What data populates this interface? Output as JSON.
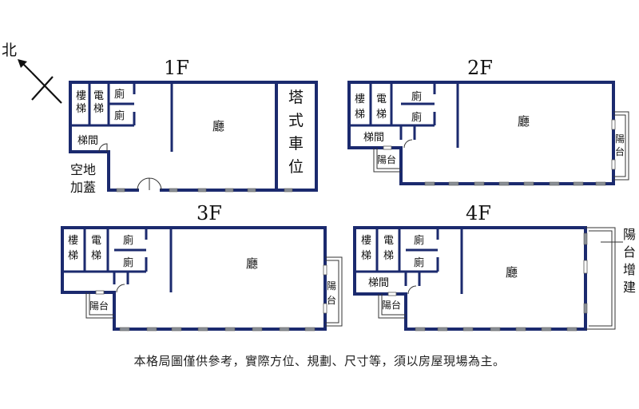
{
  "compass": {
    "label": "北"
  },
  "floors": {
    "f1": {
      "title": "1F",
      "stair": "樓\n梯",
      "elevator": "電\n梯",
      "toilet_a": "廁",
      "toilet_b": "廁",
      "stairwell": "梯間",
      "hall": "廳",
      "parking": "塔\n式\n車\n位",
      "annex": "空地\n加蓋"
    },
    "f2": {
      "title": "2F",
      "stair": "樓\n梯",
      "elevator": "電\n梯",
      "toilet_a": "廁",
      "toilet_b": "廁",
      "stairwell": "梯間",
      "hall": "廳",
      "balcony_a": "陽台",
      "balcony_b": "陽\n台"
    },
    "f3": {
      "title": "3F",
      "stair": "樓\n梯",
      "elevator": "電\n梯",
      "toilet_a": "廁",
      "toilet_b": "廁",
      "hall": "廳",
      "balcony_a": "陽台",
      "balcony_b": "陽\n台"
    },
    "f4": {
      "title": "4F",
      "stair": "樓\n梯",
      "elevator": "電\n梯",
      "toilet_a": "廁",
      "toilet_b": "廁",
      "stairwell": "梯間",
      "hall": "廳",
      "balcony_a": "陽台",
      "extension": "陽\n台\n增\n建"
    }
  },
  "disclaimer": "本格局圖僅供參考，實際方位、規劃、尺寸等，須以房屋現場為主。",
  "colors": {
    "wall": "#1b2a6e",
    "window": "#8a8f96",
    "line": "#333333"
  }
}
